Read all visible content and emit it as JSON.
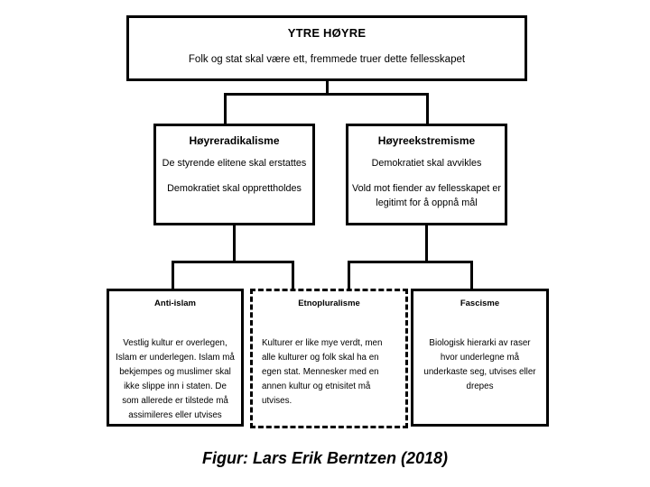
{
  "figure": {
    "caption": "Figur: Lars Erik Berntzen (2018)"
  },
  "diagram": {
    "type": "hierarchy-tree",
    "root": {
      "id": "ytre-hoyre",
      "title": "YTRE HØYRE",
      "body_lines": [
        "Folk og stat skal være ett, fremmede truer dette fellesskapet"
      ],
      "border_style": "solid",
      "border_color": "#000000"
    },
    "level2": [
      {
        "id": "hoyreradikalisme",
        "title": "Høyreradikalisme",
        "body_lines": [
          "De styrende elitene skal erstattes",
          "Demokratiet skal opprettholdes"
        ],
        "border_style": "solid",
        "border_color": "#000000"
      },
      {
        "id": "hoyreekstremisme",
        "title": "Høyreekstremisme",
        "body_lines": [
          "Demokratiet skal avvikles",
          "Vold mot fiender av fellesskapet er legitimt for å oppnå mål"
        ],
        "border_style": "solid",
        "border_color": "#000000"
      }
    ],
    "level3": [
      {
        "id": "anti-islam",
        "title": "Anti-islam",
        "body_lines": [
          "Vestlig kultur er overlegen, Islam er underlegen. Islam må bekjempes og muslimer skal ikke slippe inn i staten. De som allerede er tilstede må assimileres eller utvises"
        ],
        "border_style": "solid",
        "border_color": "#000000"
      },
      {
        "id": "etnopluralisme",
        "title": "Etnopluralisme",
        "body_lines": [
          "Kulturer er like mye verdt, men alle kulturer og folk skal ha en egen stat. Mennesker med en annen kultur og etnisitet må utvises."
        ],
        "border_style": "dashed",
        "border_color": "#000000"
      },
      {
        "id": "fascisme",
        "title": "Fascisme",
        "body_lines": [
          "Biologisk hierarki av raser hvor underlegne må underkaste seg, utvises eller drepes"
        ],
        "border_style": "solid",
        "border_color": "#000000"
      }
    ],
    "edges": [
      {
        "from": "ytre-hoyre",
        "to": "hoyreradikalisme"
      },
      {
        "from": "ytre-hoyre",
        "to": "hoyreekstremisme"
      },
      {
        "from": "hoyreradikalisme",
        "to": "anti-islam"
      },
      {
        "from": "hoyreradikalisme",
        "to": "etnopluralisme"
      },
      {
        "from": "hoyreekstremisme",
        "to": "etnopluralisme"
      },
      {
        "from": "hoyreekstremisme",
        "to": "fascisme"
      }
    ]
  }
}
